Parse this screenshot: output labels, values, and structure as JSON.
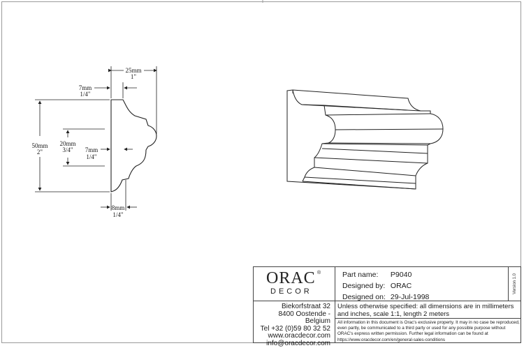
{
  "drawing": {
    "dims": {
      "total_width": {
        "mm": "25mm",
        "in": "1\""
      },
      "top_offset": {
        "mm": "7mm",
        "in": "1/4\""
      },
      "height": {
        "mm": "50mm",
        "in": "2\""
      },
      "mid_height": {
        "mm": "20mm",
        "in": "3/4\""
      },
      "mid_offset": {
        "mm": "7mm",
        "in": "1/4\""
      },
      "bottom_offset": {
        "mm": "8mm",
        "in": "1/4\""
      }
    }
  },
  "title_block": {
    "logo": {
      "word": "ORAC",
      "reg": "®",
      "sub": "DECOR"
    },
    "address": [
      "Biekorfstraat 32",
      "8400 Oostende - Belgium",
      "Tel  +32 (0)59 80 32 52",
      "www.oracdecor.com",
      "info@oracdecor.com"
    ],
    "part_name_label": "Part name:",
    "part_name": "P9040",
    "designed_by_label": "Designed by:",
    "designed_by": "ORAC",
    "designed_on_label": "Designed on:",
    "designed_on": "29-Jul-1998",
    "version": "Version 1.0",
    "spec": "Unless otherwise specified: all dimensions are in millimeters and inches, scale 1:1, length 2 meters",
    "legal": "All information in this document is Orac's exclusive property.  It may in no case be reproduced, even partly, be communicated to a third party or used for any possible purpose without ORAC's express written permission. Further legal information can be found at https://www.oracdecor.com/en/general-sales-conditions"
  }
}
